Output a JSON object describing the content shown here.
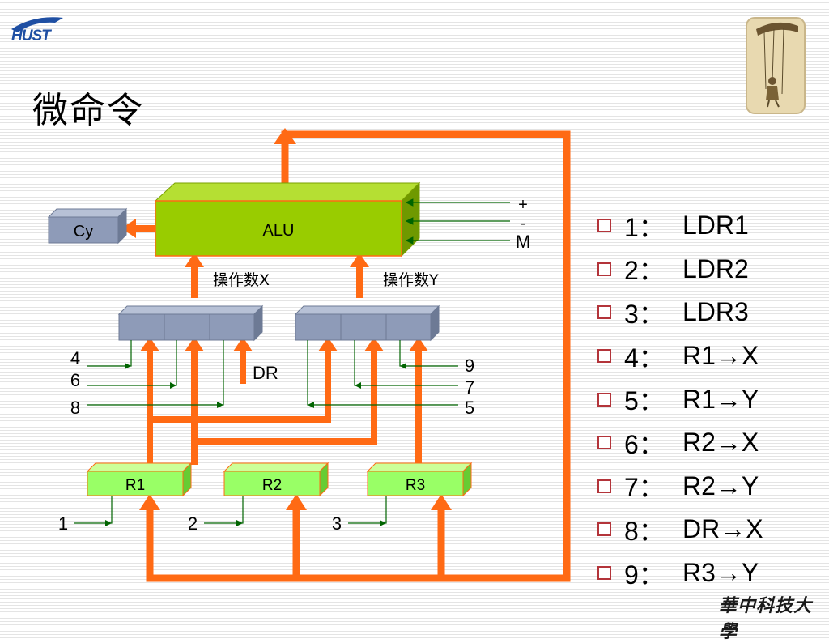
{
  "logo": {
    "text": "HUST"
  },
  "title": "微命令",
  "diagram": {
    "alu": "ALU",
    "cy": "Cy",
    "alu_inputs": [
      "+",
      "-",
      "M"
    ],
    "operand_x": "操作数X",
    "operand_y": "操作数Y",
    "dr": "DR",
    "registers": [
      "R1",
      "R2",
      "R3"
    ],
    "left_signals": [
      "4",
      "6",
      "8"
    ],
    "right_signals": [
      "9",
      "7",
      "5"
    ],
    "bottom_signals": [
      "1",
      "2",
      "3"
    ]
  },
  "micro_commands": [
    {
      "num": "1：",
      "cmd": "LDR1"
    },
    {
      "num": "2：",
      "cmd": "LDR2"
    },
    {
      "num": "3：",
      "cmd": "LDR3"
    },
    {
      "num": "4：",
      "cmd": "R1→X"
    },
    {
      "num": "5：",
      "cmd": "R1→Y"
    },
    {
      "num": "6：",
      "cmd": "R2→X"
    },
    {
      "num": "7：",
      "cmd": "R2→Y"
    },
    {
      "num": "8：",
      "cmd": "DR→X"
    },
    {
      "num": "9：",
      "cmd": "R3→Y"
    }
  ],
  "footer": "華中科技大學",
  "colors": {
    "bus": "#ff6a14",
    "alu": "#99cc00",
    "reg_fill": "#99ff66",
    "latch_fill": "#8e9bb8",
    "signal": "#006400",
    "bullet": "#b3343a"
  }
}
